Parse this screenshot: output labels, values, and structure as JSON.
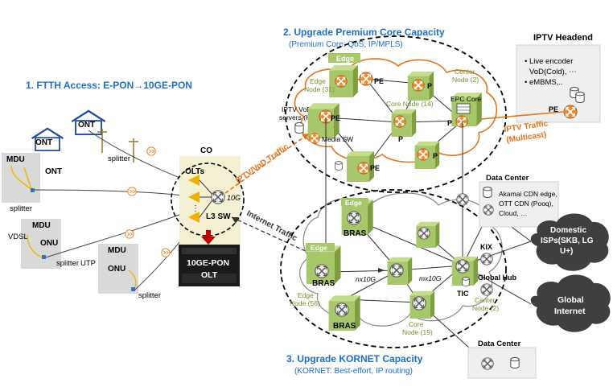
{
  "titles": {
    "ftth": "1. FTTH Access: E-PON→10GE-PON",
    "premium": "2. Upgrade Premium Core Capacity",
    "premium_sub": "(Premium Core: QoS, IP/MPLS)",
    "kornet": "3. Upgrade KORNET Capacity",
    "kornet_sub": "(KORNET: Best-effort, IP routing)"
  },
  "iptv_headend": {
    "title": "IPTV Headend",
    "items": [
      "• Live encoder",
      "VoD(Cold), ⋯",
      "• eMBMS,.."
    ],
    "pe": "PE"
  },
  "access": {
    "ont": "ONT",
    "mdu": "MDU",
    "splitter": "splitter",
    "vdsl": "VDSL",
    "utp": "UTP",
    "onu": "ONU"
  },
  "co": {
    "label": "CO",
    "olts": "OLTs",
    "l3sw": "L3 SW",
    "link": "10G",
    "olt_box_line1": "10GE-PON",
    "olt_box_line2": "OLT"
  },
  "traffic": {
    "iptv_vod": "IPTV/VoD Traffic",
    "internet": "Internet Traffic",
    "iptv_mc_line1": "IPTV Traffic",
    "iptv_mc_line2": "(Multicast)"
  },
  "premium_core": {
    "edge": "Edge",
    "edge_node_line1": "Edge",
    "edge_node_line2": "Node (31)",
    "pe": "PE",
    "p": "P",
    "center_node_line1": "Center",
    "center_node_line2": "Node (2)",
    "core_node": "Core Node (14)",
    "epc_core": "EPC Core",
    "iptv_vod_servers_line1": "IPTV VoD",
    "iptv_vod_servers_line2": "servers (Hot)",
    "media_sw": "Media SW"
  },
  "kornet_core": {
    "edge": "Edge",
    "bras": "BRAS",
    "edge_node_line1": "Edge",
    "edge_node_line2": "Node (56)",
    "nx10g": "nx10G",
    "mx10g": "mx10G",
    "core_node_line1": "Core",
    "core_node_line2": "Node (19)",
    "center_node_line1": "Center",
    "center_node_line2": "Node (2)",
    "tic": "TIC",
    "kix": "KIX",
    "global_hub": "Global Hub"
  },
  "data_center_top": {
    "title": "Data Center",
    "items": [
      "Akamai CDN edge,",
      "OTT CDN (Pooq),",
      "Cloud, …"
    ]
  },
  "data_center_bottom": {
    "title": "Data Center"
  },
  "domestic_isps": {
    "line1": "Domestic",
    "line2": "ISPs(SKB, LG",
    "line3": "U+)"
  },
  "global_internet": {
    "line1": "Global",
    "line2": "Internet"
  },
  "colors": {
    "title_blue": "#1f6fc5",
    "orange": "#e0741c",
    "green_node": "#a8c66a",
    "router_orange": "#e98a2f",
    "mdu_gray": "#d9d9d9",
    "olive_text": "#7d8c2e"
  }
}
